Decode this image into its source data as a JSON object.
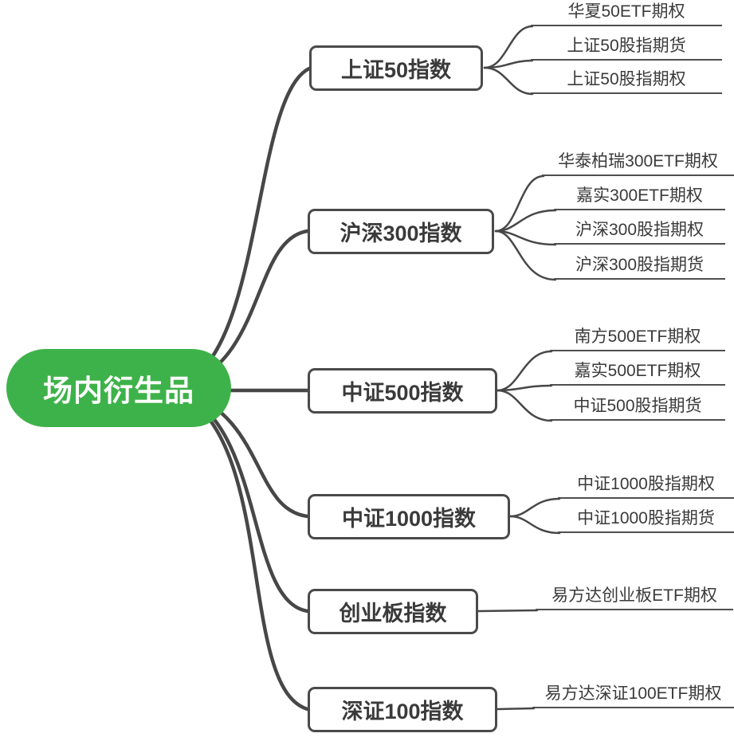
{
  "diagram": {
    "type": "mindmap",
    "colors": {
      "root_bg": "#3eb24a",
      "root_text": "#ffffff",
      "node_border": "#4a4a4a",
      "node_text": "#3a3a3a",
      "connector": "#474747",
      "leaf_underline": "#4f4f4f"
    },
    "root": {
      "label": "场内衍生品"
    },
    "branches": [
      {
        "label": "上证50指数",
        "leaves": [
          "华夏50ETF期权",
          "上证50股指期货",
          "上证50股指期权"
        ]
      },
      {
        "label": "沪深300指数",
        "leaves": [
          "华泰柏瑞300ETF期权",
          "嘉实300ETF期权",
          "沪深300股指期权",
          "沪深300股指期货"
        ]
      },
      {
        "label": "中证500指数",
        "leaves": [
          "南方500ETF期权",
          "嘉实500ETF期权",
          "中证500股指期货"
        ]
      },
      {
        "label": "中证1000指数",
        "leaves": [
          "中证1000股指期权",
          "中证1000股指期货"
        ]
      },
      {
        "label": "创业板指数",
        "leaves": [
          "易方达创业板ETF期权"
        ]
      },
      {
        "label": "深证100指数",
        "leaves": [
          "易方达深证100ETF期权"
        ]
      }
    ]
  }
}
